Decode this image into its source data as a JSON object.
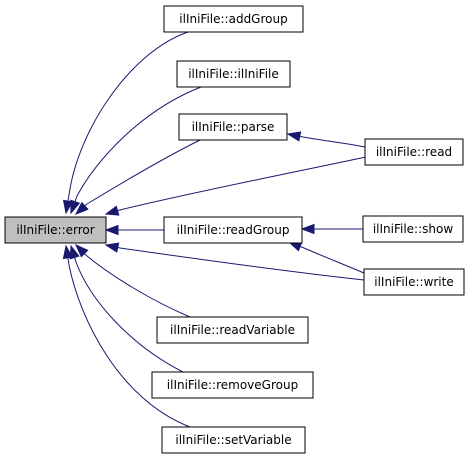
{
  "graph": {
    "edge_color": "#191970",
    "focus_fill": "#bfbfbf",
    "nodes": [
      {
        "id": "error",
        "label": "ilIniFile::error",
        "focus": true
      },
      {
        "id": "addGroup",
        "label": "ilIniFile::addGroup"
      },
      {
        "id": "ilIniFile",
        "label": "ilIniFile::ilIniFile"
      },
      {
        "id": "parse",
        "label": "ilIniFile::parse"
      },
      {
        "id": "readGroup",
        "label": "ilIniFile::readGroup"
      },
      {
        "id": "readVariable",
        "label": "ilIniFile::readVariable"
      },
      {
        "id": "removeGroup",
        "label": "ilIniFile::removeGroup"
      },
      {
        "id": "setVariable",
        "label": "ilIniFile::setVariable"
      },
      {
        "id": "read",
        "label": "ilIniFile::read"
      },
      {
        "id": "show",
        "label": "ilIniFile::show"
      },
      {
        "id": "write",
        "label": "ilIniFile::write"
      }
    ],
    "edges": [
      {
        "from": "addGroup",
        "to": "error"
      },
      {
        "from": "ilIniFile",
        "to": "error"
      },
      {
        "from": "parse",
        "to": "error"
      },
      {
        "from": "read",
        "to": "error"
      },
      {
        "from": "readGroup",
        "to": "error"
      },
      {
        "from": "write",
        "to": "error"
      },
      {
        "from": "readVariable",
        "to": "error"
      },
      {
        "from": "removeGroup",
        "to": "error"
      },
      {
        "from": "setVariable",
        "to": "error"
      },
      {
        "from": "read",
        "to": "parse"
      },
      {
        "from": "show",
        "to": "readGroup"
      },
      {
        "from": "write",
        "to": "readGroup"
      }
    ]
  }
}
